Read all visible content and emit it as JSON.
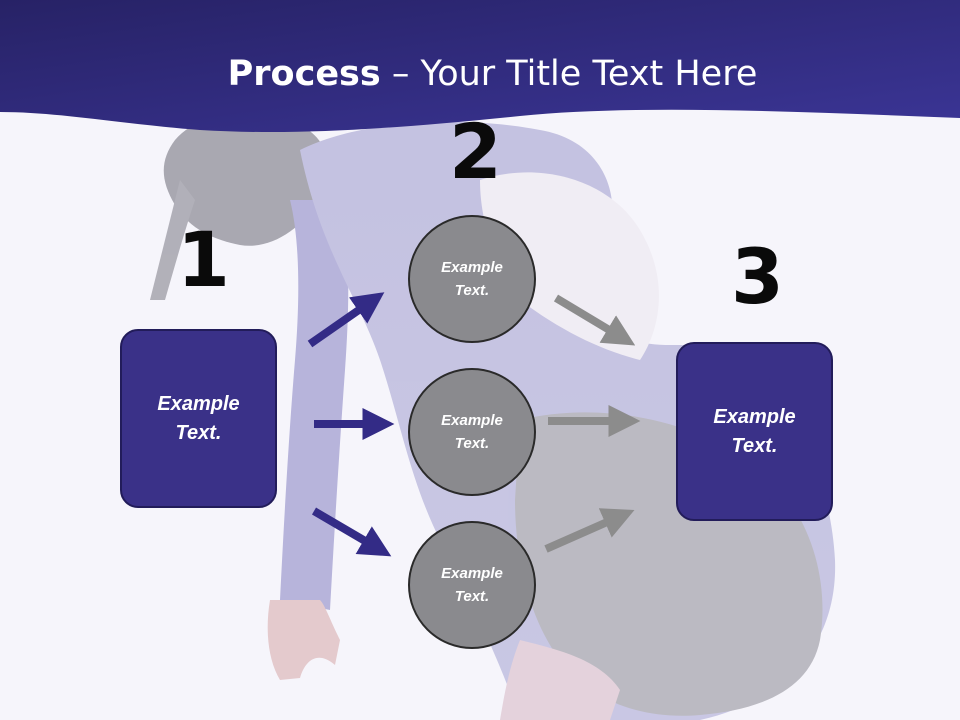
{
  "title": {
    "bold": "Process",
    "rest": " – Your Title Text Here"
  },
  "steps": [
    {
      "number": "1",
      "text": "Example\nText."
    },
    {
      "number": "2",
      "text": "Example\nText."
    },
    {
      "number": "3",
      "text": "Example\nText."
    }
  ],
  "circles": [
    {
      "text": "Example\nText."
    },
    {
      "text": "Example\nText."
    },
    {
      "text": "Example\nText."
    }
  ],
  "colors": {
    "header": "#2f2a78",
    "box": "#3a3188",
    "circle": "#8a8a8e",
    "arrow_in": "#332b86",
    "arrow_out": "#8c8c8c"
  }
}
